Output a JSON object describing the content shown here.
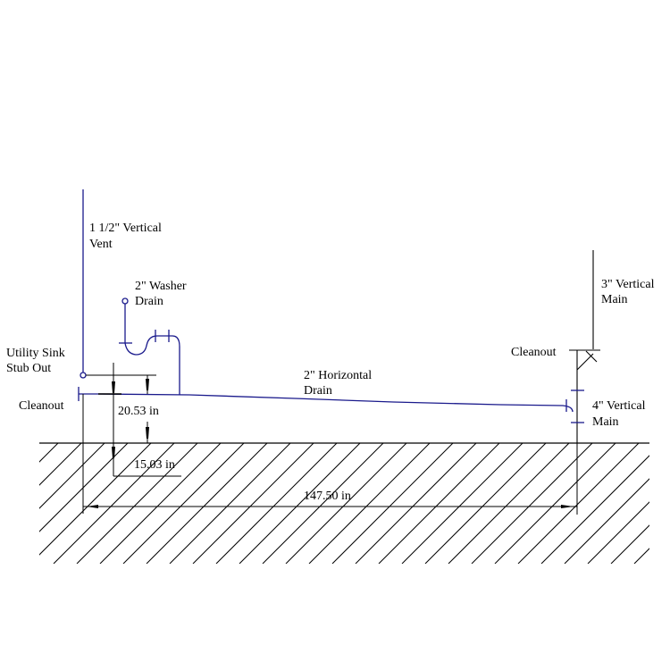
{
  "diagram": {
    "type": "plumbing-elevation",
    "colors": {
      "pipe": "#1a1a8c",
      "dimension": "#000000",
      "ground": "#000000",
      "background": "#ffffff"
    },
    "labels": {
      "vent": [
        "1 1/2\" Vertical",
        "Vent"
      ],
      "washer": [
        "2\" Washer",
        "Drain"
      ],
      "utility_sink": [
        "Utility Sink",
        "Stub Out"
      ],
      "cleanout_left": "Cleanout",
      "horizontal_drain": [
        "2\" Horizontal",
        "Drain"
      ],
      "main_3in": [
        "3\" Vertical",
        "Main"
      ],
      "cleanout_right": "Cleanout",
      "main_4in": [
        "4\" Vertical",
        "Main"
      ]
    },
    "dimensions": {
      "height_above_floor": "20.53 in",
      "stub_height": "15.03 in",
      "total_length": "147.50 in"
    }
  }
}
